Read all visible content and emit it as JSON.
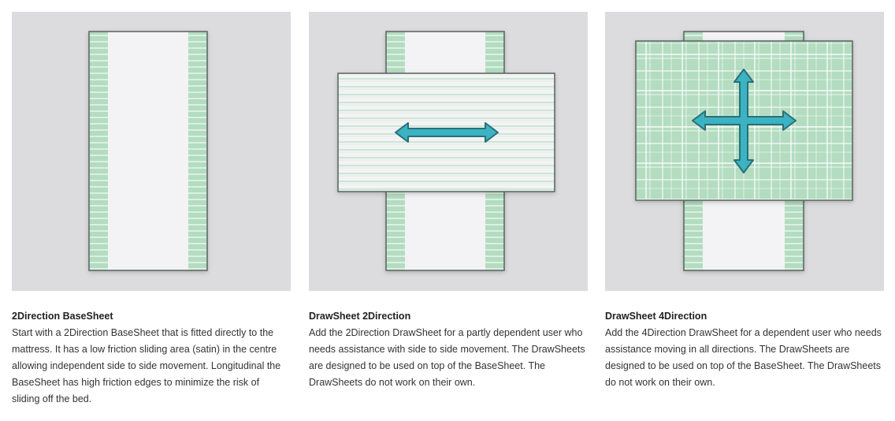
{
  "colors": {
    "panel_bg": "#dcdcde",
    "sheet_fill": "#f3f3f5",
    "sheet_border": "#5f6a66",
    "green_band": "#b3dcc0",
    "green_stripe": "#ffffff",
    "drawsheet_stripe": "#bfe1c9",
    "arrow_fill": "#3bb3c3",
    "arrow_stroke": "#2a6f79"
  },
  "cards": [
    {
      "title": "2Direction BaseSheet",
      "description": "Start with a 2Direction BaseSheet that is fitted directly to the mattress. It has a low friction sliding area (satin) in the centre allowing independent side to side movement. Longitudinal the BaseSheet has high friction edges to minimize the risk of sliding off the bed."
    },
    {
      "title": "DrawSheet 2Direction",
      "description": "Add the 2Direction DrawSheet for a partly dependent user who needs assistance with side to side movement. The DrawSheets are designed to be used on top of the BaseSheet. The DrawSheets do not work on their own."
    },
    {
      "title": "DrawSheet 4Direction",
      "description": "Add the 4Direction DrawSheet for a dependent user who needs assistance moving in all directions. The DrawSheets are designed to be used on top of the BaseSheet. The DrawSheets do not work on their own."
    }
  ]
}
